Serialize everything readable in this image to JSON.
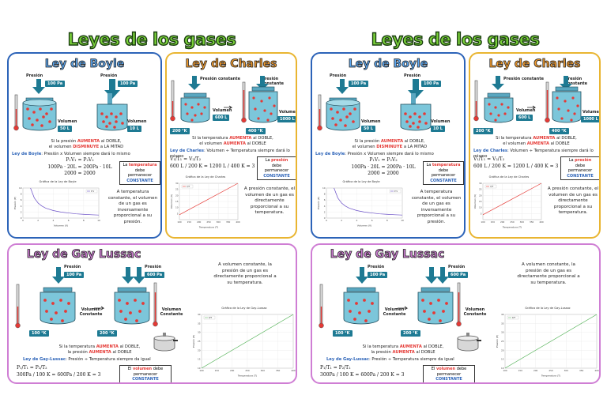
{
  "sheets": [
    {
      "title": "Leyes de los gases",
      "boyle": {
        "title": "Ley de Boyle",
        "pressure_label_1": "Presión",
        "pressure_tag_1": "100 Pa",
        "pressure_label_2": "Presión",
        "pressure_tag_2": "100 Pa",
        "volume_label_1": "Volumen",
        "volume_tag_1": "50 L",
        "volume_label_2": "Volumen",
        "volume_tag_2": "10 L",
        "statement_1": "Si la presión",
        "statement_red_1": "AUMENTA",
        "statement_2": "al DOBLE,",
        "statement_3": "el volumen",
        "statement_red_2": "DISMINUYE",
        "statement_4": "a LA MITAD",
        "law_name": "Ley de Boyle",
        "law_text": ": Presión x Volumen siempre dará lo mismo",
        "formula_1": "P₁V₁ = P₂V₂",
        "formula_2": "100Pa · 20L = 200Pa · 10L",
        "formula_3": "2000 = 2000",
        "constant_1": "La",
        "constant_red": "temperatura",
        "constant_2": "debe",
        "constant_3": "permanecer",
        "constant_blue": "CONSTANTE",
        "graph_title": "Gráfica de la Ley de Boyle",
        "graph_legend": "P·V",
        "graph_ylabel": "Presión (P)",
        "graph_xlabel": "Volumen (V)",
        "description": "A temperatura constante, el volumen de un gas es inversamente proporcional a su presión."
      },
      "charles": {
        "title": "Ley de Charles",
        "pressure_label_1": "Presión constante",
        "pressure_label_2": "Presión constante",
        "volume_label_1": "Volumen",
        "volume_tag_1": "600 L",
        "volume_label_2": "Volumen",
        "volume_tag_2": "1000 L",
        "temp_tag_1": "200 °K",
        "temp_tag_2": "400 °K",
        "statement_1": "Si la temperatura",
        "statement_red_1": "AUMENTA",
        "statement_2": "al DOBLE,",
        "statement_3": "el volumen",
        "statement_red_2": "AUMENTA",
        "statement_4": "al DOBLE",
        "law_name": "Ley de Charles",
        "law_text": ": Volumen ÷ Temperatura siempre dará lo mismo",
        "formula_lhs": "V₁/T₁ = V₂/T₂",
        "formula_mid": "600 L / 200 K = 1200 L / 400 K = 3",
        "constant_1": "La",
        "constant_red": "presión",
        "constant_2": "debe",
        "constant_3": "permanecer",
        "constant_blue": "CONSTANTE",
        "graph_title": "Gráfica de la Ley de Charles",
        "graph_legend": "V/T",
        "graph_ylabel": "Volumen (V)",
        "graph_xlabel": "Temperatura (T)",
        "description": "A presión constante, el volumen de un gas es directamente proporcional a su temperatura."
      },
      "gay": {
        "title": "Ley de Gay Lussac",
        "pressure_label_1": "Presión",
        "pressure_tag_1": "100 Pa",
        "pressure_label_2": "Presión",
        "pressure_tag_2": "600 Pa",
        "volume_label_1": "Volumen Constante",
        "volume_label_2": "Volumen Constante",
        "temp_tag_1": "100 °K",
        "temp_tag_2": "200 °K",
        "statement_1": "Si la temperatura",
        "statement_red_1": "AUMENTA",
        "statement_2": "al DOBLE,",
        "statement_3": "la presión",
        "statement_red_2": "AUMENTA",
        "statement_4": "al DOBLE",
        "law_name": "Ley de Gay-Lussac",
        "law_text": ": Presión ÷ Temperatura siempre da igual",
        "formula_lhs": "P₁/T₁ = P₂/T₂",
        "formula_mid": "300Pa / 100 K = 600Pa / 200 K = 3",
        "constant_1": "El",
        "constant_red": "volumen",
        "constant_2": "debe",
        "constant_3": "permanecer",
        "constant_blue": "CONSTANTE",
        "description": "A volumen constante, la presión de un gas es directamente proporcional a su temperatura.",
        "graph_title": "Gráfica de la Ley de Gay-Lussac",
        "graph_legend": "P/T",
        "graph_ylabel": "Presión (P)",
        "graph_xlabel": "Temperatura (T)"
      }
    }
  ],
  "chart_data": [
    {
      "type": "line",
      "title": "Gráfica de la Ley de Boyle",
      "xlabel": "Volumen (V)",
      "ylabel": "Presión (P)",
      "series": [
        {
          "name": "P·V",
          "x": [
            1,
            1.5,
            2,
            2.5,
            3,
            4,
            5,
            6,
            7,
            8,
            9,
            10
          ],
          "y": [
            10,
            6.7,
            5,
            4,
            3.3,
            2.5,
            2,
            1.7,
            1.4,
            1.25,
            1.1,
            1
          ]
        }
      ],
      "xlim": [
        0,
        10
      ],
      "ylim": [
        0,
        10
      ],
      "xticks": [
        0,
        2,
        4,
        6,
        8,
        10
      ],
      "yticks": [
        0,
        2,
        4,
        6,
        8,
        10
      ],
      "color": "#6a4fc7",
      "grid": true,
      "legend": "top-right"
    },
    {
      "type": "line",
      "title": "Gráfica de la Ley de Charles",
      "xlabel": "Temperatura (T)",
      "ylabel": "Volumen (V)",
      "series": [
        {
          "name": "V/T",
          "x": [
            100,
            400
          ],
          "y": [
            4,
            30
          ]
        }
      ],
      "xlim": [
        100,
        400
      ],
      "ylim": [
        0,
        30
      ],
      "xticks": [
        100,
        150,
        200,
        250,
        300,
        350,
        400
      ],
      "yticks": [
        5,
        10,
        15,
        20,
        25,
        30
      ],
      "color": "#e53935",
      "grid": true,
      "legend": "top-left"
    },
    {
      "type": "line",
      "title": "Gráfica de la Ley de Gay-Lussac",
      "xlabel": "Temperatura (T)",
      "ylabel": "Presión (P)",
      "series": [
        {
          "name": "P/T",
          "x": [
            100,
            400
          ],
          "y": [
            10,
            40
          ]
        }
      ],
      "xlim": [
        100,
        400
      ],
      "ylim": [
        10,
        40
      ],
      "xticks": [
        100,
        150,
        200,
        250,
        300,
        350,
        400
      ],
      "yticks": [
        10,
        15,
        20,
        25,
        30,
        35,
        40
      ],
      "color": "#4caf50",
      "grid": true,
      "legend": "top-left"
    }
  ]
}
